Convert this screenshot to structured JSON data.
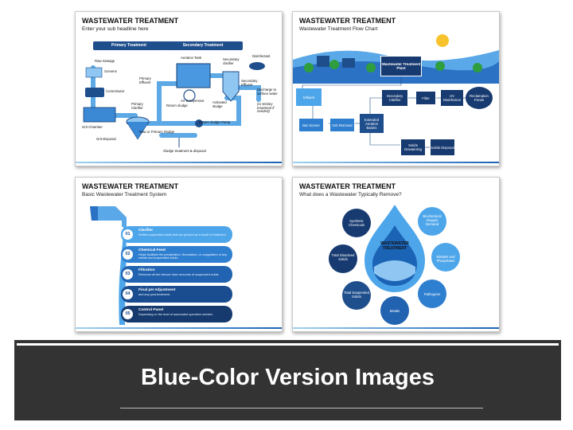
{
  "slides": [
    {
      "title": "WASTEWATER TREATMENT",
      "subtitle": "Enter your sub headline here",
      "tabs": [
        "Primary Treatment",
        "Secondary Treatment"
      ],
      "labels": {
        "raw_sewage": "Raw Sewage",
        "screens": "Screens",
        "comminutor": "Comminutor",
        "grit_chamber": "Grit Chamber",
        "grit_disposal": "Grit Disposal",
        "primary_clarifier": "Primary Clarifier",
        "primary_effluent": "Primary Effluent",
        "aeration_tank": "Aeration Tank",
        "air_compressor": "Air Compressor",
        "return_sludge": "Return sludge",
        "secondary_clarifier": "Secondary clarifier",
        "disinfectant": "Disinfectant",
        "secondary_effluent": "Secondary Effluent",
        "discharge": "Discharge to surface water",
        "tertiary": "(or tertiary treatment if needed)",
        "activated_sludge": "Activated sludge",
        "return_pump": "Return sludge Pump",
        "raw_primary_sludge": "Raw or Primary Sludge",
        "sludge_disposal": "Sludge treatment & disposal"
      }
    },
    {
      "title": "WASTEWATER TREATMENT",
      "subtitle": "Wastewater Treatment Flow Chart",
      "plant": "Wastewater Treatment Plant",
      "nodes": {
        "influent": "Influent",
        "bar_screen": "Bar Screen",
        "grit_removal": "Grit Removal",
        "extended_aeration": "Extended Aeration Basins",
        "secondary_clarifier": "Secondary Clarifier",
        "filter": "Filter",
        "uv": "UV Disinfection",
        "reclamation": "Reclamation Ponds",
        "solids_dewatering": "Solids Dewatering",
        "solids_disposal": "Solids Disposal"
      }
    },
    {
      "title": "WASTEWATER TREATMENT",
      "subtitle": "Basic Wastewater Treatment System",
      "steps": [
        {
          "num": "01",
          "title": "Clarifier",
          "desc": "Settles suspended solids that are present as a result of treatment.",
          "color": "#4ea6ea"
        },
        {
          "num": "02",
          "title": "Chemical Feed",
          "desc": "Helps facilitate the precipitation, flocculation, or coagulation of any metals and suspended solids.",
          "color": "#2f7fd0"
        },
        {
          "num": "03",
          "title": "Filtration",
          "desc": "Removes all the leftover trace amounts of suspended solids.",
          "color": "#2163b0"
        },
        {
          "num": "04",
          "title": "Final pH Adjustment",
          "desc": "and any post-treatment.",
          "color": "#1a4d8f"
        },
        {
          "num": "05",
          "title": "Control Panel",
          "desc": "Depending on the level of automated operation needed.",
          "color": "#163a6e"
        }
      ]
    },
    {
      "title": "WASTEWATER TREATMENT",
      "subtitle": "What does a Wastewater Typically Remove?",
      "center": "WASTEWATER TREATMENT",
      "items": {
        "synthetic": "Synthetic Chemicals",
        "bod": "Biochemical Oxygen Demand",
        "total_dissolved": "Total Dissolved Solids",
        "nitrates": "Nitrates and Phosphates",
        "total_suspended": "Total Suspended Solids",
        "pathogens": "Pathogens",
        "metals": "Metals"
      }
    }
  ],
  "banner": {
    "title": "Blue-Color Version Images"
  },
  "colors": {
    "dark_blue": "#1f4e8c",
    "mid_blue": "#2f7fd0",
    "light_blue": "#4ea6ea",
    "banner_bg": "#333333"
  }
}
